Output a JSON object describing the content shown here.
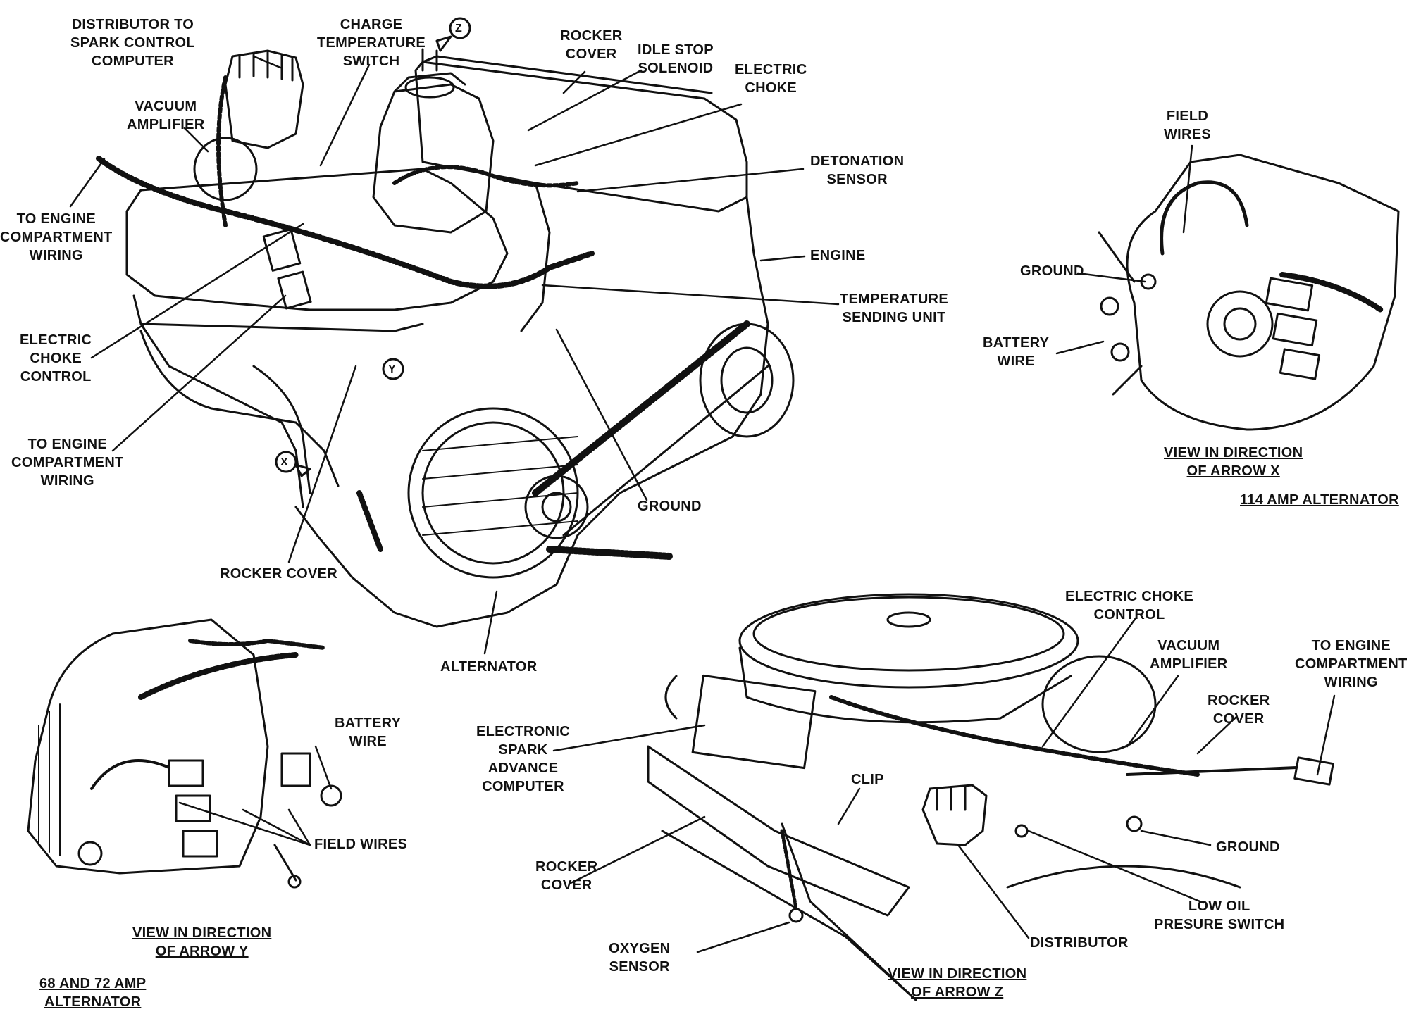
{
  "labels": {
    "distributor_to_computer": "DISTRIBUTOR TO\nSPARK CONTROL\nCOMPUTER",
    "charge_temp_switch": "CHARGE\nTEMPERATURE\nSWITCH",
    "rocker_cover_top": "ROCKER\nCOVER",
    "idle_stop_solenoid": "IDLE STOP\nSOLENOID",
    "electric_choke": "ELECTRIC\nCHOKE",
    "vacuum_amplifier_left": "VACUUM\nAMPLIFIER",
    "detonation_sensor": "DETONATION\nSENSOR",
    "to_engine_wiring_1": "TO ENGINE\nCOMPARTMENT\nWIRING",
    "engine": "ENGINE",
    "temp_sending_unit": "TEMPERATURE\nSENDING UNIT",
    "electric_choke_control_left": "ELECTRIC\nCHOKE\nCONTROL",
    "to_engine_wiring_2": "TO ENGINE\nCOMPARTMENT\nWIRING",
    "ground_main": "GROUND",
    "rocker_cover_main": "ROCKER COVER",
    "alternator": "ALTERNATOR",
    "field_wires_x": "FIELD\nWIRES",
    "ground_x": "GROUND",
    "battery_wire_x": "BATTERY\nWIRE",
    "view_x": "VIEW IN DIRECTION\nOF ARROW X",
    "alt_114": "114 AMP ALTERNATOR",
    "battery_wire_y": "BATTERY\nWIRE",
    "field_wires_y": "FIELD WIRES",
    "view_y": "VIEW IN DIRECTION\nOF ARROW Y",
    "alt_68_72": "68 AND 72 AMP\nALTERNATOR",
    "electric_choke_control_z": "ELECTRIC CHOKE\nCONTROL",
    "vacuum_amplifier_z": "VACUUM\nAMPLIFIER",
    "to_engine_wiring_z": "TO ENGINE\nCOMPARTMENT\nWIRING",
    "rocker_cover_z": "ROCKER\nCOVER",
    "esa_computer": "ELECTRONIC\nSPARK\nADVANCE\nCOMPUTER",
    "clip": "CLIP",
    "ground_z": "GROUND",
    "rocker_cover_z2": "ROCKER\nCOVER",
    "low_oil_switch": "LOW OIL\nPRESURE SWITCH",
    "distributor_z": "DISTRIBUTOR",
    "oxygen_sensor": "OXYGEN\nSENSOR",
    "view_z": "VIEW IN DIRECTION\nOF ARROW Z",
    "arrow_x": "X",
    "arrow_y": "Y",
    "arrow_z": "Z"
  },
  "colors": {
    "ink": "#111111",
    "paper": "#ffffff"
  },
  "icons": {
    "main_engine": "engine-drawing",
    "view_x": "alternator-114-drawing",
    "view_y": "alternator-68-72-drawing",
    "view_z": "engine-top-view-drawing"
  }
}
